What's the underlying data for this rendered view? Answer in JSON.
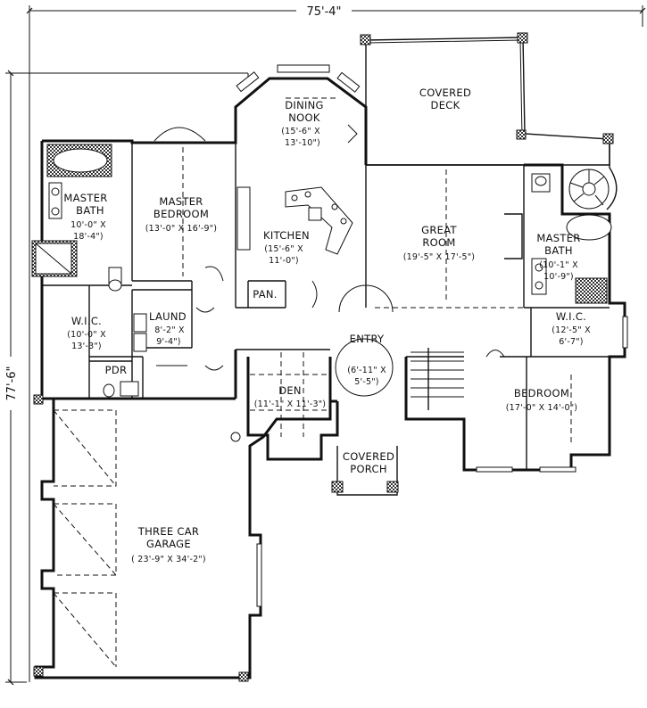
{
  "dimensions": {
    "overall_width": "75'-4\"",
    "overall_depth": "77'-6\""
  },
  "rooms": {
    "dining_nook": {
      "name_line1": "DINING",
      "name_line2": "NOOK",
      "size_line1": "(15'-6\" X",
      "size_line2": "13'-10\")"
    },
    "covered_deck": {
      "name_line1": "COVERED",
      "name_line2": "DECK"
    },
    "master_bath_left": {
      "name_line1": "MASTER",
      "name_line2": "BATH",
      "size_line1": "10'-0\" X",
      "size_line2": "18'-4\")"
    },
    "master_bedroom": {
      "name_line1": "MASTER",
      "name_line2": "BEDROOM",
      "size": "(13'-0\" X 16'-9\")"
    },
    "kitchen": {
      "name": "KITCHEN",
      "size_line1": "(15'-6\" X",
      "size_line2": "11'-0\")"
    },
    "great_room": {
      "name_line1": "GREAT",
      "name_line2": "ROOM",
      "size": "(19'-5\" X 17'-5\")"
    },
    "master_bath_right": {
      "name_line1": "MASTER",
      "name_line2": "BATH",
      "size_line1": "(10'-1\" X",
      "size_line2": "10'-9\")"
    },
    "pantry": {
      "name": "PAN."
    },
    "wic_left": {
      "name": "W.I.C.",
      "size_line1": "(10'-0\" X",
      "size_line2": "13'-3\")"
    },
    "laundry": {
      "name": "LAUND",
      "size_line1": "8'-2\" X",
      "size_line2": "9'-4\")"
    },
    "wic_right": {
      "name": "W.I.C.",
      "size_line1": "(12'-5\" X",
      "size_line2": "6'-7\")"
    },
    "entry": {
      "name": "ENTRY",
      "size_line1": "(6'-11\" X",
      "size_line2": "5'-5\")"
    },
    "powder": {
      "name": "PDR"
    },
    "den": {
      "name": "DEN",
      "size": "(11'-1\" X 11'-3\")"
    },
    "bedroom": {
      "name": "BEDROOM",
      "size": "(17'-0\" X 14'-0\")"
    },
    "covered_porch": {
      "name_line1": "COVERED",
      "name_line2": "PORCH"
    },
    "garage": {
      "name_line1": "THREE CAR",
      "name_line2": "GARAGE",
      "size": "( 23'-9\" X 34'-2\")"
    }
  }
}
